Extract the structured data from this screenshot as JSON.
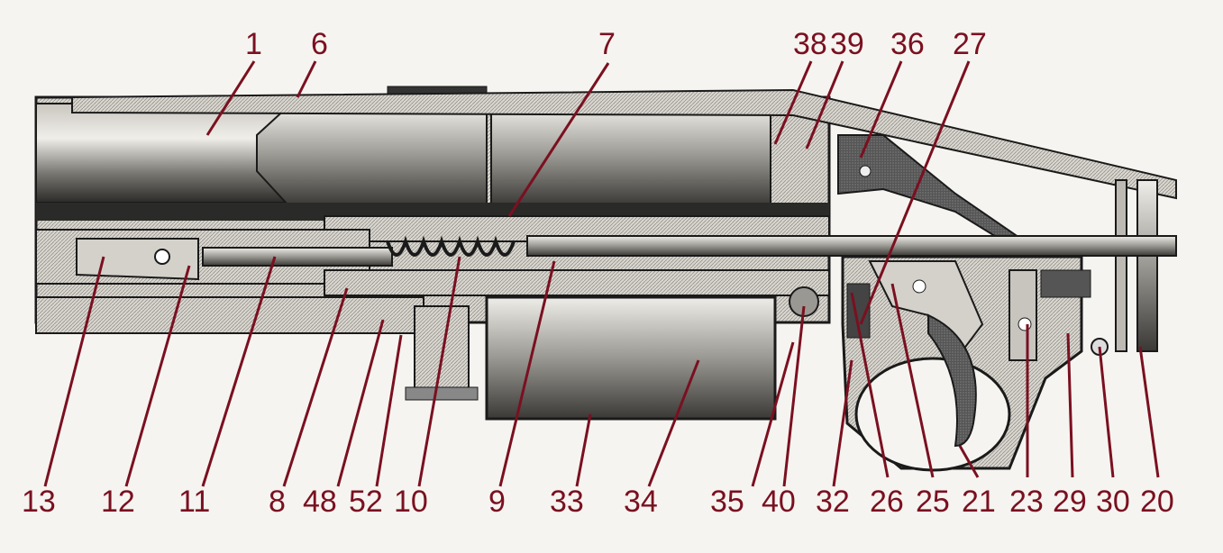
{
  "diagram": {
    "kind": "cutaway-mechanism",
    "ink_color": "#1a1a1a",
    "shade_color": "#7d7d7d",
    "paper_color": "#f6f4f0",
    "label_color": "#7a1020",
    "labels_top": [
      "1",
      "6",
      "7",
      "38",
      "39",
      "36",
      "27"
    ],
    "labels_bottom": [
      "13",
      "12",
      "11",
      "8",
      "48",
      "52",
      "10",
      "9",
      "33",
      "34",
      "35",
      "40",
      "32",
      "26",
      "25",
      "21",
      "23",
      "29",
      "30",
      "20"
    ]
  }
}
